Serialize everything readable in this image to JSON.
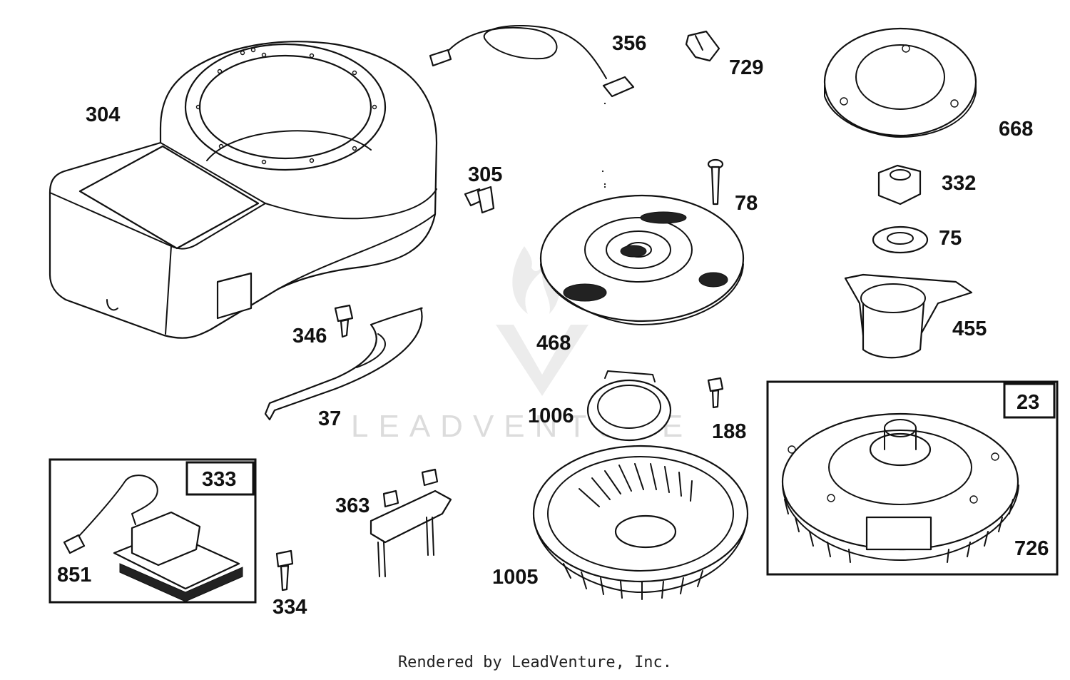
{
  "watermark": {
    "text": "LEADVENTURE"
  },
  "labels": {
    "p304": "304",
    "p356": "356",
    "p729": "729",
    "p668": "668",
    "p305": "305",
    "p78": "78",
    "p332": "332",
    "p75": "75",
    "p468": "468",
    "p455": "455",
    "p346": "346",
    "p37": "37",
    "p1006": "1006",
    "p188": "188",
    "p23": "23",
    "p333": "333",
    "p851": "851",
    "p363": "363",
    "p334": "334",
    "p1005": "1005",
    "p726": "726"
  },
  "footer": {
    "text": "Rendered by LeadVenture, Inc."
  }
}
